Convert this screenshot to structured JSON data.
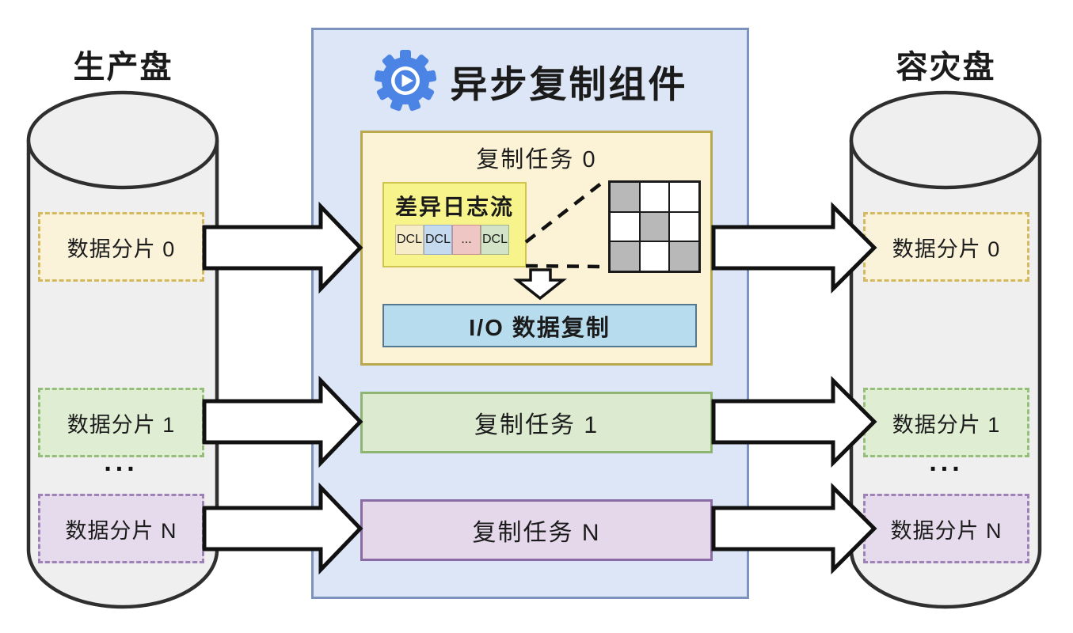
{
  "left_disk": {
    "title": "生产盘",
    "shards": [
      {
        "label": "数据分片 0",
        "color": "yellow"
      },
      {
        "label": "数据分片 1",
        "color": "green"
      },
      {
        "label": "数据分片 N",
        "color": "purple"
      }
    ],
    "ellipsis": "..."
  },
  "component": {
    "title": "异步复制组件",
    "icon": "gear-play-icon",
    "task0": {
      "label": "复制任务 0",
      "log_stream": {
        "title": "差异日志流",
        "blocks": [
          {
            "label": "DCL"
          },
          {
            "label": "DCL"
          },
          {
            "label": "..."
          },
          {
            "label": "DCL"
          }
        ]
      },
      "bitmap": {
        "rows": 3,
        "cols": 3,
        "filled": [
          [
            0,
            0
          ],
          [
            1,
            1
          ],
          [
            2,
            0
          ],
          [
            2,
            2
          ]
        ]
      },
      "io_bar": "I/O 数据复制"
    },
    "task1": {
      "label": "复制任务 1"
    },
    "taskN": {
      "label": "复制任务 N"
    }
  },
  "right_disk": {
    "title": "容灾盘",
    "shards": [
      {
        "label": "数据分片 0",
        "color": "yellow"
      },
      {
        "label": "数据分片 1",
        "color": "green"
      },
      {
        "label": "数据分片 N",
        "color": "purple"
      }
    ],
    "ellipsis": "..."
  },
  "palette": {
    "panel_fill": "#dce6f6",
    "panel_border": "#7d92bf",
    "task0_fill": "#fcf3d6",
    "task0_border": "#b9a84e",
    "log_fill": "#f8f48c",
    "log_border": "#cfc44e",
    "io_fill": "#b6dcee",
    "io_border": "#54788f",
    "task1_fill": "#dcebd0",
    "task1_border": "#8fb573",
    "taskN_fill": "#e4d8ea",
    "taskN_border": "#8b6ba5",
    "shard_yellow": "#faf3da",
    "shard_green": "#dfeed3",
    "shard_purple": "#e6dbec",
    "gear_blue": "#4b84e4",
    "bitmap_gray": "#b8b8b8"
  }
}
